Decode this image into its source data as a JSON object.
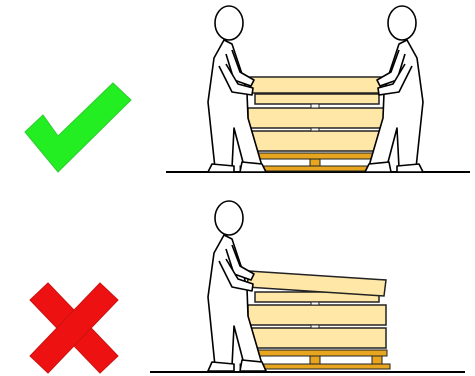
{
  "panels": [
    {
      "id": "correct",
      "symbol": "checkmark-icon",
      "meaning": "correct",
      "carriers": 2
    },
    {
      "id": "incorrect",
      "symbol": "cross-icon",
      "meaning": "incorrect",
      "carriers": 1
    }
  ],
  "colors": {
    "check_fill": "#22ee22",
    "cross_fill": "#ee1111",
    "wood_fill": "#ffe7a8",
    "wood_edge": "#222222",
    "pallet_base": "#e7a520",
    "line": "#000000",
    "background": "#ffffff"
  }
}
